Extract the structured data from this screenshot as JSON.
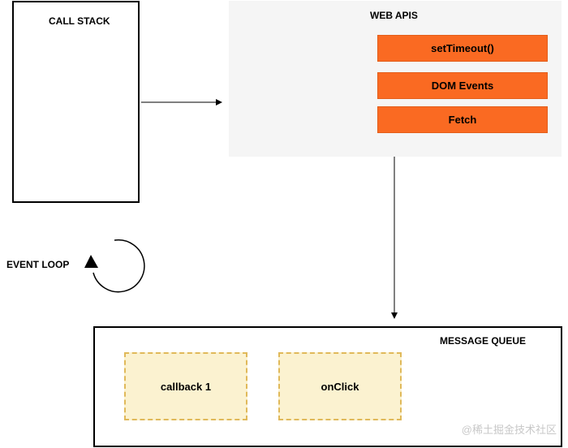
{
  "call_stack": {
    "label": "CALL STACK"
  },
  "web_apis": {
    "label": "WEB APIS",
    "items": [
      {
        "label": "setTimeout()"
      },
      {
        "label": "DOM Events"
      },
      {
        "label": "Fetch"
      }
    ]
  },
  "event_loop": {
    "label": "EVENT LOOP"
  },
  "message_queue": {
    "label": "MESSAGE QUEUE",
    "items": [
      {
        "label": "callback 1"
      },
      {
        "label": "onClick"
      }
    ]
  },
  "watermark": {
    "text": "@稀土掘金技术社区"
  },
  "colors": {
    "api_fill": "#fa6a22",
    "callback_fill": "#fbf2d0",
    "callback_border": "#e0b95a",
    "web_apis_background": "#f5f5f5"
  }
}
